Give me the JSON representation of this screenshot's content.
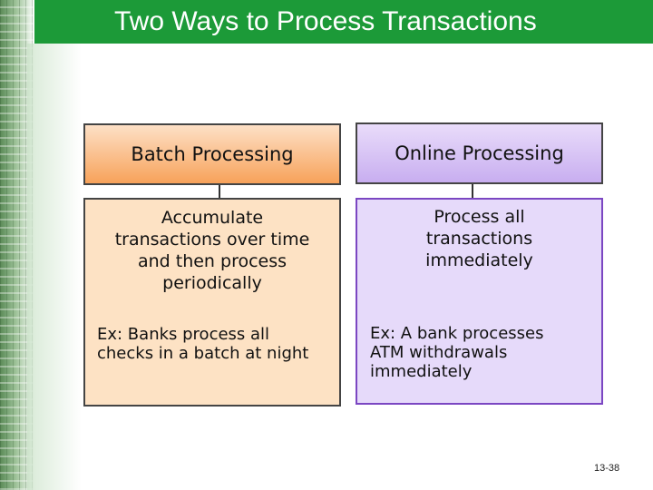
{
  "title": "Two Ways to Process Transactions",
  "batch": {
    "heading": "Batch Processing",
    "line1": "Accumulate",
    "line2": "transactions over time",
    "line3": "and then process",
    "line4": "periodically",
    "example_line1": "Ex: Banks process all",
    "example_line2": "checks in a batch at night"
  },
  "online": {
    "heading": "Online Processing",
    "line1": "Process all",
    "line2": "transactions",
    "line3": "immediately",
    "example_line1": "Ex: A bank processes",
    "example_line2": "ATM withdrawals",
    "example_line3": "immediately"
  },
  "page_number": "13-38",
  "colors": {
    "title_bar": "#1c9a38",
    "batch_header": "#f7a25a",
    "batch_body": "#fde2c4",
    "online_header": "#c8aef0",
    "online_body": "#e6dafa",
    "online_border": "#7b46c2"
  }
}
